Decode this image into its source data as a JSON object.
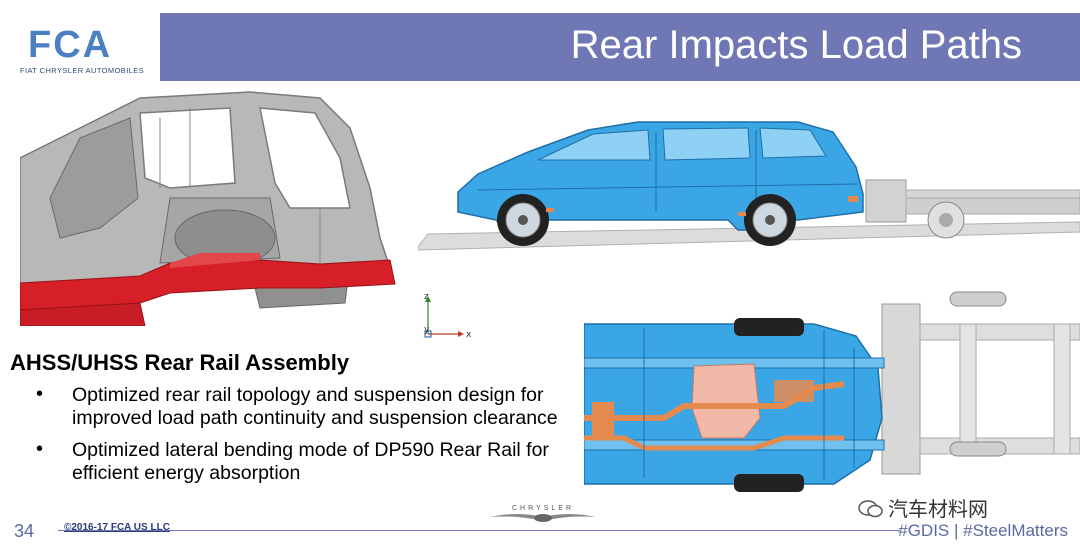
{
  "header": {
    "logo_text": "FCA",
    "logo_subtitle": "FIAT CHRYSLER AUTOMOBILES",
    "title": "Rear Impacts Load Paths"
  },
  "figures": {
    "axis": {
      "z_label": "z",
      "y_label": "y",
      "x_label": "x"
    }
  },
  "content": {
    "subheading": "AHSS/UHSS Rear Rail Assembly",
    "bullets": [
      "Optimized rear rail topology and suspension design for improved load path continuity and suspension clearance",
      "Optimized lateral bending mode of DP590 Rear Rail for efficient energy absorption"
    ],
    "bullet_glyph": "•"
  },
  "footer": {
    "page_number": "34",
    "copyright": "©2016-17 FCA US LLC",
    "brand_mark": "CHRYSLER",
    "hashtags": "#GDIS  | #SteelMatters",
    "watermark": "汽车材料网"
  },
  "colors": {
    "title_band": "#6f78b4",
    "logo_blue": "#4a7fc1",
    "vehicle_blue": "#3aa6e6",
    "rail_red": "#d61f26",
    "exhaust_orange": "#e58a4e"
  }
}
